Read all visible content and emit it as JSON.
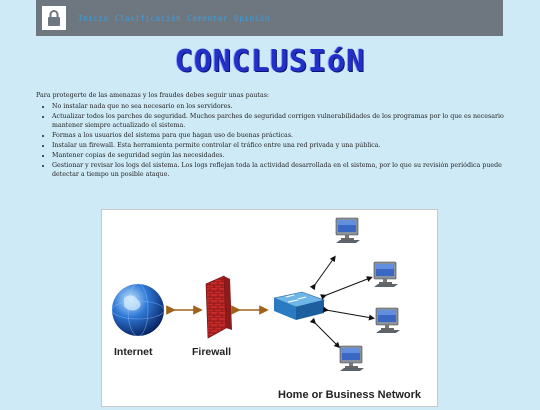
{
  "nav": {
    "lock_icon": "lock-icon",
    "links": [
      "Inicio",
      "Clasificación",
      "Comentar",
      "Opinión"
    ]
  },
  "page": {
    "title": "CONCLUSIóN",
    "intro": "Para protegerte de las amenazas y los fraudes debes seguir unas pautas:",
    "items": [
      "No instalar nada que no sea necesario en los servidores.",
      "Actualizar todos los parches de seguridad. Muchos parches de seguridad corrigen vulnerabilidades de los programas por lo que es necesario mantener siempre actualizado el sistema.",
      "Formas a los usuarios del sistema para que hagan uso de buenas prácticas.",
      "Instalar un firewall. Esta herramienta permite controlar el tráfico entre una red privada y una pública.",
      "Mantener copias de seguridad según las necesidades.",
      "Gestionar y revisar los logs del sistema. Los logs reflejan toda la actividad desarrollada en el sistema, por lo que su revisión periódica puede detectar a tiempo un posible ataque."
    ]
  },
  "diagram": {
    "internet_label": "Internet",
    "firewall_label": "Firewall",
    "network_label": "Home or Business Network"
  },
  "colors": {
    "background": "#cfeaf7",
    "navbar": "#6e7680",
    "nav_link": "#3aa0e0",
    "title": "#2330c8"
  }
}
